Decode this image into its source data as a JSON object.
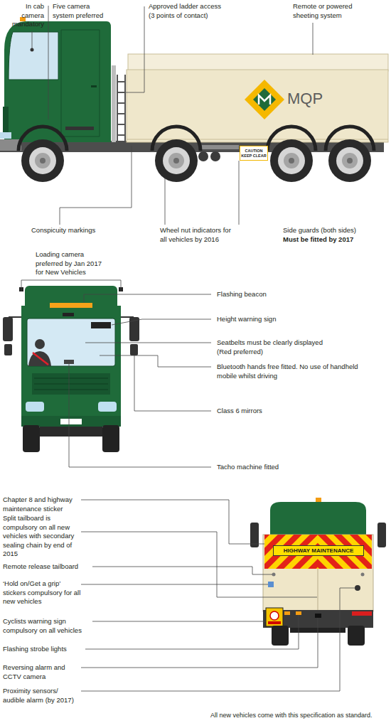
{
  "diagram": {
    "nodes": [
      {
        "text": [
          "CAUTION KEEP CLEAR"
        ]
      },
      {
        "text": [
          "HIGHWAY MAINTENANCE"
        ]
      }
    ],
    "labels": [
      "In cab camera mandatory",
      "Five camera system preferred",
      "Approved ladder access (3 points of contact)",
      "Remote or powered sheeting system",
      "MQP",
      "Conspicuity markings",
      "Wheel nut indicators for all vehicles by 2016",
      "Side guards (both sides)",
      "Must be fitted by 2017",
      "Loading camera preferred by Jan 2017 for New Vehicles",
      "Flashing beacon",
      "Height warning sign",
      "Seatbelts must be clearly displayed (Red preferred)",
      "Bluetooth hands free fitted. No use of handheld mobile whilst driving",
      "Class 6 mirrors",
      "Tacho machine fitted",
      "Chapter 8 and highway maintenance sticker",
      "Split tailboard is compulsory on all new vehicles with secondary sealing chain by end of 2015",
      "Remote release tailboard",
      "‘Hold on/Get a grip’ stickers compulsory for all new vehicles",
      "Cyclists warning sign compulsory on all vehicles",
      "Flashing strobe lights",
      "Reversing alarm and CCTV camera",
      "Proximity sensors/ audible alarm (by 2017)",
      "All new vehicles come with this specification as standard."
    ]
  }
}
